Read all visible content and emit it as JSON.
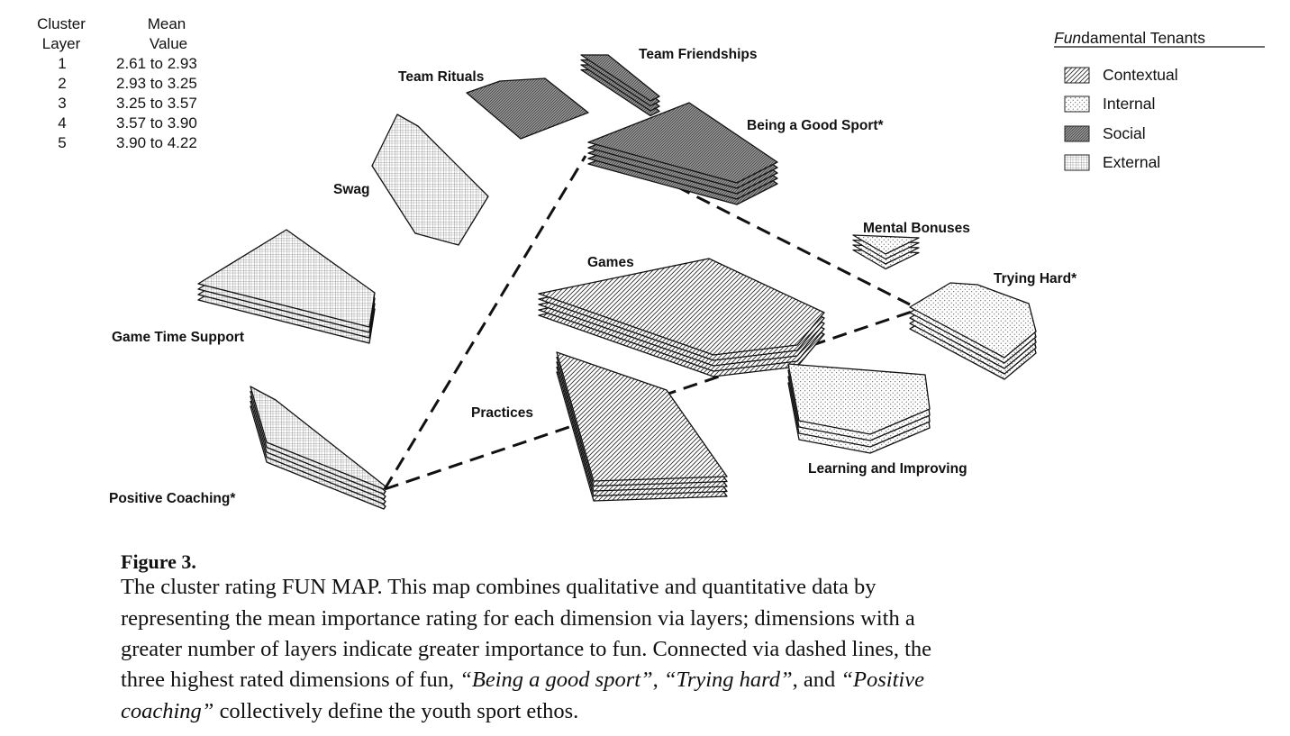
{
  "layer_table": {
    "header_col1_line1": "Cluster",
    "header_col1_line2": "Layer",
    "header_col2_line1": "Mean",
    "header_col2_line2": "Value",
    "rows": [
      {
        "layer": "1",
        "range": "2.61 to 2.93"
      },
      {
        "layer": "2",
        "range": "2.93 to 3.25"
      },
      {
        "layer": "3",
        "range": "3.25 to 3.57"
      },
      {
        "layer": "4",
        "range": "3.57 to 3.90"
      },
      {
        "layer": "5",
        "range": "3.90 to 4.22"
      }
    ]
  },
  "legend": {
    "title_italic": "Fun",
    "title_rest": "damental Tenants",
    "items": [
      {
        "label": "Contextual",
        "pattern": "contextual"
      },
      {
        "label": "Internal",
        "pattern": "internal"
      },
      {
        "label": "Social",
        "pattern": "social"
      },
      {
        "label": "External",
        "pattern": "external"
      }
    ]
  },
  "clusters": [
    {
      "label": "Team Friendships",
      "tenant": "social",
      "layers": 4
    },
    {
      "label": "Team Rituals",
      "tenant": "social",
      "layers": 1
    },
    {
      "label": "Being a Good Sport*",
      "tenant": "social",
      "layers": 5
    },
    {
      "label": "Swag",
      "tenant": "external",
      "layers": 1
    },
    {
      "label": "Game Time Support",
      "tenant": "external",
      "layers": 4
    },
    {
      "label": "Positive Coaching*",
      "tenant": "external",
      "layers": 5
    },
    {
      "label": "Mental Bonuses",
      "tenant": "internal",
      "layers": 4
    },
    {
      "label": "Trying Hard*",
      "tenant": "internal",
      "layers": 5
    },
    {
      "label": "Games",
      "tenant": "contextual",
      "layers": 5
    },
    {
      "label": "Practices",
      "tenant": "contextual",
      "layers": 5
    },
    {
      "label": "Learning and Improving",
      "tenant": "internal",
      "layers": 4
    }
  ],
  "caption": {
    "title": "Figure 3.",
    "line1": "The cluster rating FUN MAP. This map combines qualitative and quantitative data by",
    "line2": "representing the mean importance rating for each dimension via layers; dimensions with a",
    "line3": "greater number of layers indicate greater importance to fun. Connected via dashed lines, the",
    "line4_a": "three highest rated dimensions of fun, ",
    "line4_b": "“Being a good sport”",
    "line4_c": ", ",
    "line4_d": "“Trying hard”",
    "line4_e": ", and ",
    "line4_f": "“Positive",
    "line5_a": "coaching”",
    "line5_b": " collectively define the youth sport ethos."
  }
}
